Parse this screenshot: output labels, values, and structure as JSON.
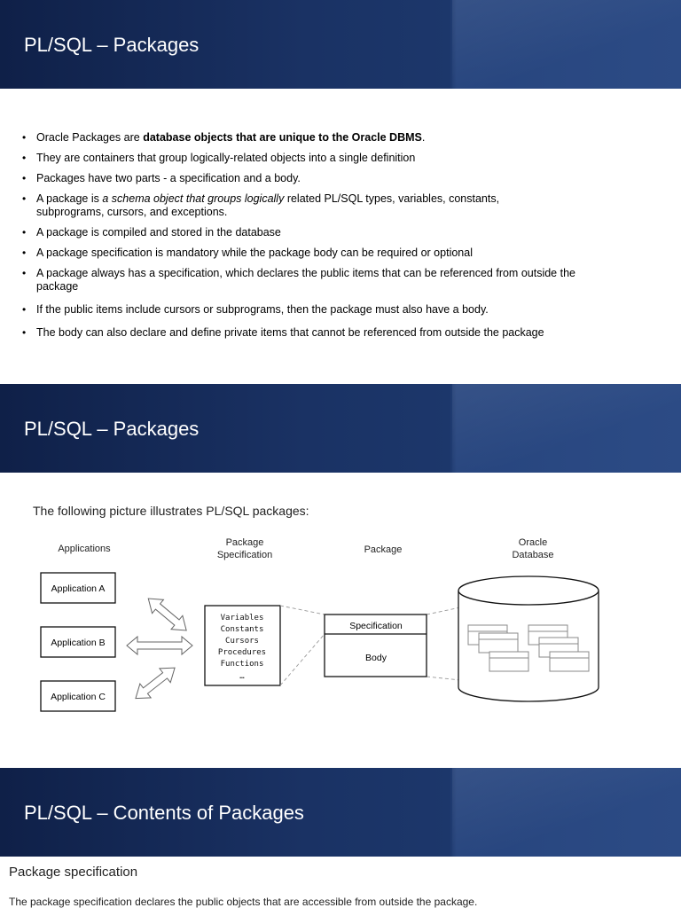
{
  "slide1": {
    "title": "PL/SQL – Packages",
    "bullets": [
      {
        "pre": "Oracle Packages are ",
        "strong": "database objects that are unique to the Oracle DBMS",
        "post": "."
      },
      {
        "text": "They are containers that group logically-related objects into a single definition"
      },
      {
        "text": "Packages have two parts - a specification and a body."
      },
      {
        "pre": "A package is ",
        "em": "a schema object that groups logically",
        "post": " related PL/SQL types, variables, constants, subprograms, cursors, and exceptions."
      },
      {
        "text": "A package is compiled and stored in the database"
      },
      {
        "text": "A package specification is mandatory while the package body can be required or optional"
      },
      {
        "text": "A package always has a specification, which declares the public items that can be referenced from outside the package"
      },
      {
        "text": "If the public items include cursors or subprograms, then the package must also have a body."
      },
      {
        "text": "The body can also declare and define private items that cannot be referenced from outside the package"
      }
    ]
  },
  "slide2": {
    "title": "PL/SQL – Packages",
    "intro": "The following picture illustrates PL/SQL packages:",
    "diagram": {
      "col_applications": "Applications",
      "col_spec_line1": "Package",
      "col_spec_line2": "Specification",
      "col_package": "Package",
      "col_db_line1": "Oracle",
      "col_db_line2": "Database",
      "apps": [
        "Application A",
        "Application B",
        "Application C"
      ],
      "spec_items": [
        "Variables",
        "Constants",
        "Cursors",
        "Procedures",
        "Functions",
        "…"
      ],
      "package_spec": "Specification",
      "package_body": "Body"
    }
  },
  "slide3": {
    "title": "PL/SQL – Contents of Packages",
    "subheading": "Package specification",
    "text": "The package specification declares the public objects that are accessible from outside the package."
  }
}
